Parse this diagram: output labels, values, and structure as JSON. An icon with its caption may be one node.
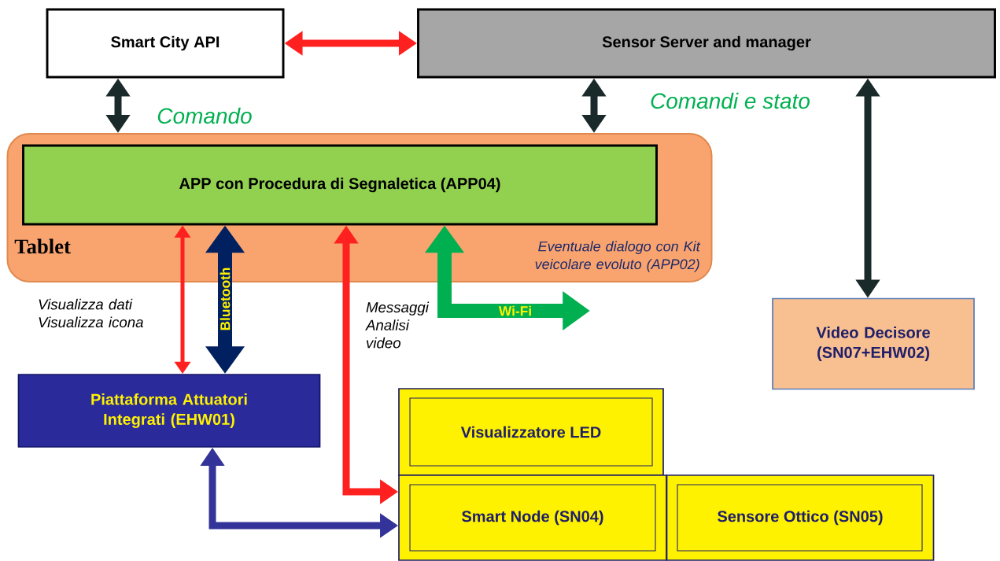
{
  "diagram": {
    "nodes": [
      {
        "text": [
          "Smart City API"
        ]
      },
      {
        "text": [
          "Sensor Server and manager"
        ]
      },
      {
        "text": [
          "Tablet",
          "Eventuale dialogo con Kit veicolare evoluto (APP02)"
        ]
      },
      {
        "text": [
          "APP con Procedura di Segnaletica (APP04)"
        ],
        "in": 2
      },
      {
        "text": [
          "Video Decisore (SN07+EHW02)"
        ]
      },
      {
        "text": [
          "Piattaforma Attuatori Integrati (EHW01)"
        ]
      },
      {
        "text": [
          "Visualizzatore LED"
        ]
      },
      {
        "text": [
          "Smart Node (SN04)"
        ]
      },
      {
        "text": [
          "Sensore Ottico (SN05)"
        ]
      }
    ],
    "edges": [
      {
        "from": 0,
        "to": 1,
        "arrow": "both",
        "color": "#ff2020"
      },
      {
        "from": 0,
        "to": 2,
        "arrow": "both",
        "label": "Comando",
        "color": "#1a2a2a"
      },
      {
        "from": 1,
        "to": 2,
        "arrow": "both",
        "label": "Comandi e stato",
        "color": "#1a2a2a"
      },
      {
        "from": 1,
        "to": 4,
        "arrow": "both",
        "color": "#1a2a2a"
      },
      {
        "from": 3,
        "to": 5,
        "arrow": "both",
        "label": "Visualizza dati Visualizza icona",
        "color": "#ff2020"
      },
      {
        "from": 3,
        "to": 5,
        "arrow": "both",
        "label": "Bluetooth",
        "color": "#002060",
        "style": "thick"
      },
      {
        "from": 7,
        "to": 3,
        "arrow": "both",
        "label": "Messaggi Analisi video",
        "color": "#ff2020"
      },
      {
        "from": 5,
        "to": 7,
        "arrow": "both",
        "color": "#333399"
      },
      {
        "from": 3,
        "to": null,
        "arrow": "both",
        "label": "Wi-Fi",
        "color": "#00b050",
        "style": "thick"
      }
    ]
  }
}
